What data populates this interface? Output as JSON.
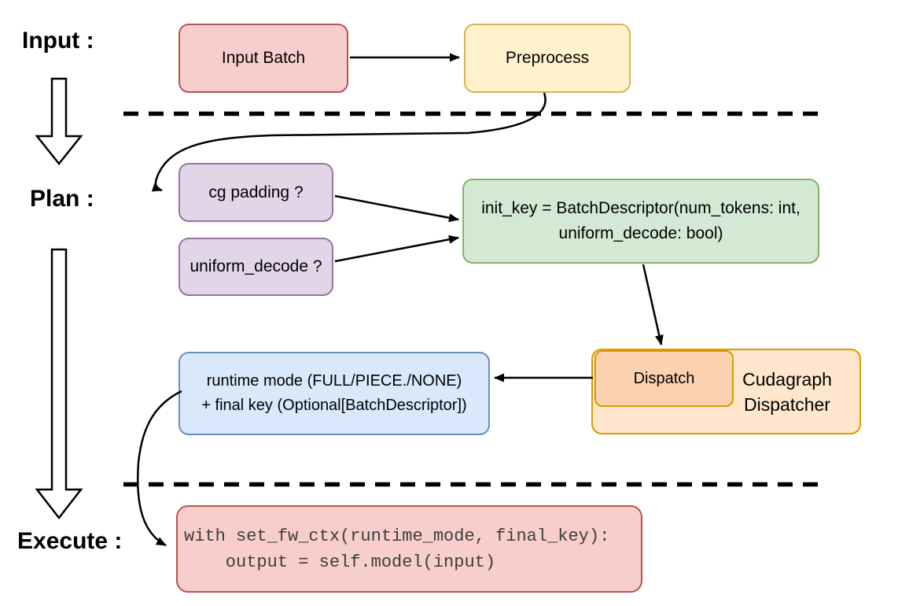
{
  "stage_labels": {
    "input": "Input :",
    "plan": "Plan :",
    "execute": "Execute :"
  },
  "nodes": {
    "input_batch": {
      "label": "Input Batch"
    },
    "preprocess": {
      "label": "Preprocess"
    },
    "cg_padding": {
      "label": "cg padding ?"
    },
    "uniform_decode": {
      "label": "uniform_decode ?"
    },
    "init_key": {
      "line1": "init_key = BatchDescriptor(num_tokens: int,",
      "line2": "uniform_decode: bool)"
    },
    "runtime_mode": {
      "line1": "runtime mode (FULL/PIECE./NONE)",
      "line2": "+ final key (Optional[BatchDescriptor])"
    },
    "dispatch": {
      "label": "Dispatch"
    },
    "cudagraph_dispatcher": {
      "line1": "Cudagraph",
      "line2": "Dispatcher"
    },
    "execute_code": {
      "line1": "with set_fw_ctx(runtime_mode, final_key):",
      "line2": "    output = self.model(input)"
    }
  },
  "colors": {
    "red_fill": "#f8cecc",
    "red_stroke": "#b85450",
    "yellow_fill": "#fff2cc",
    "yellow_stroke": "#d6b656",
    "purple_fill": "#e1d5e7",
    "purple_stroke": "#9673a6",
    "green_fill": "#d5e8d4",
    "green_stroke": "#82b366",
    "blue_fill": "#dae8fc",
    "blue_stroke": "#6c8ebf",
    "orange_fill": "#ffe6cc",
    "orange_stroke": "#d79b00",
    "dispatch_fill": "#fad2b0",
    "line_color": "#000000"
  }
}
